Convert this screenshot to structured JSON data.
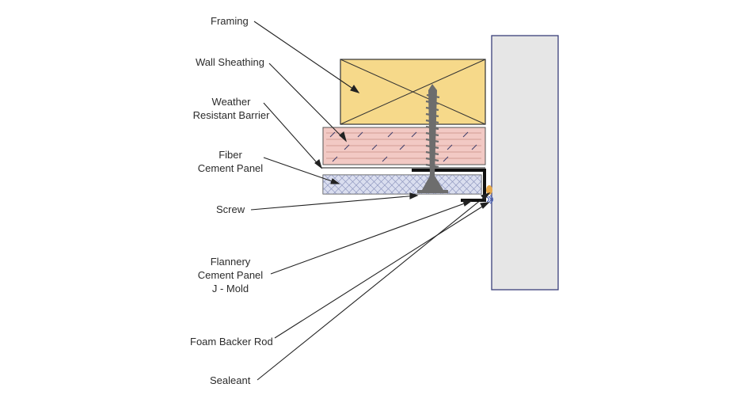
{
  "labels": {
    "framing": "Framing",
    "wall_sheathing": "Wall Sheathing",
    "weather_line1": "Weather",
    "weather_line2": "Resistant Barrier",
    "fiber_line1": "Fiber",
    "fiber_line2": "Cement Panel",
    "screw": "Screw",
    "flannery_line1": "Flannery",
    "flannery_line2": "Cement Panel",
    "flannery_line3": "J - Mold",
    "foam": "Foam Backer Rod",
    "sealant": "Sealeant"
  },
  "colors": {
    "framing_fill": "#f6d98a",
    "sheathing_fill": "#f2c9c4",
    "panel_fill": "#bcc3e2",
    "wall_fill": "#e6e6e6",
    "wall_stroke": "#3a3f7a",
    "screw": "#6d6d6d",
    "sealant": "#e7a94a",
    "backer_rod": "#4a63b8",
    "leader": "#222222"
  }
}
